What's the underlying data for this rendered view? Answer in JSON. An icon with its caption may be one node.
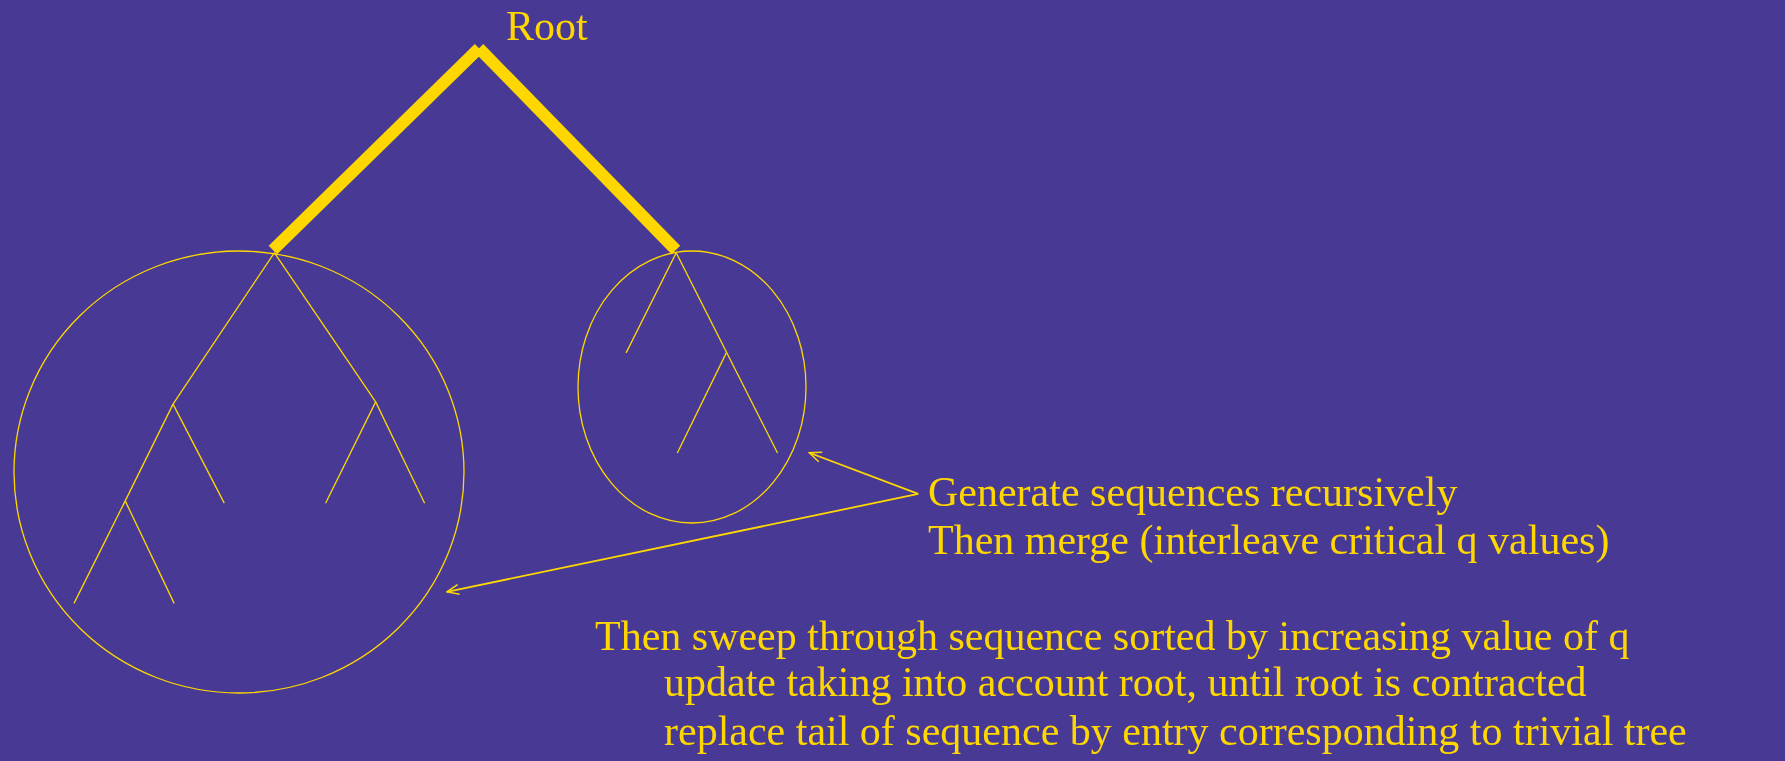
{
  "diagram": {
    "nodes": [
      {
        "text": [
          "Root"
        ]
      },
      {
        "text": [],
        "shape": "circle"
      },
      {
        "text": [],
        "shape": "circle"
      },
      {
        "text": [
          "Generate sequences recursively",
          "Then merge (interleave critical q values)"
        ]
      }
    ],
    "edges": [
      {
        "from": 0,
        "to": 1,
        "arrow": "none",
        "style": "thick"
      },
      {
        "from": 0,
        "to": 2,
        "arrow": "none",
        "style": "thick"
      },
      {
        "from": 3,
        "to": 2,
        "arrow": "to"
      },
      {
        "from": 3,
        "to": 1,
        "arrow": "to"
      }
    ],
    "labels": [
      "Then sweep through sequence sorted by increasing value of q",
      "update taking into account root, until root is contracted",
      "replace tail of sequence by entry corresponding to trivial tree"
    ]
  }
}
